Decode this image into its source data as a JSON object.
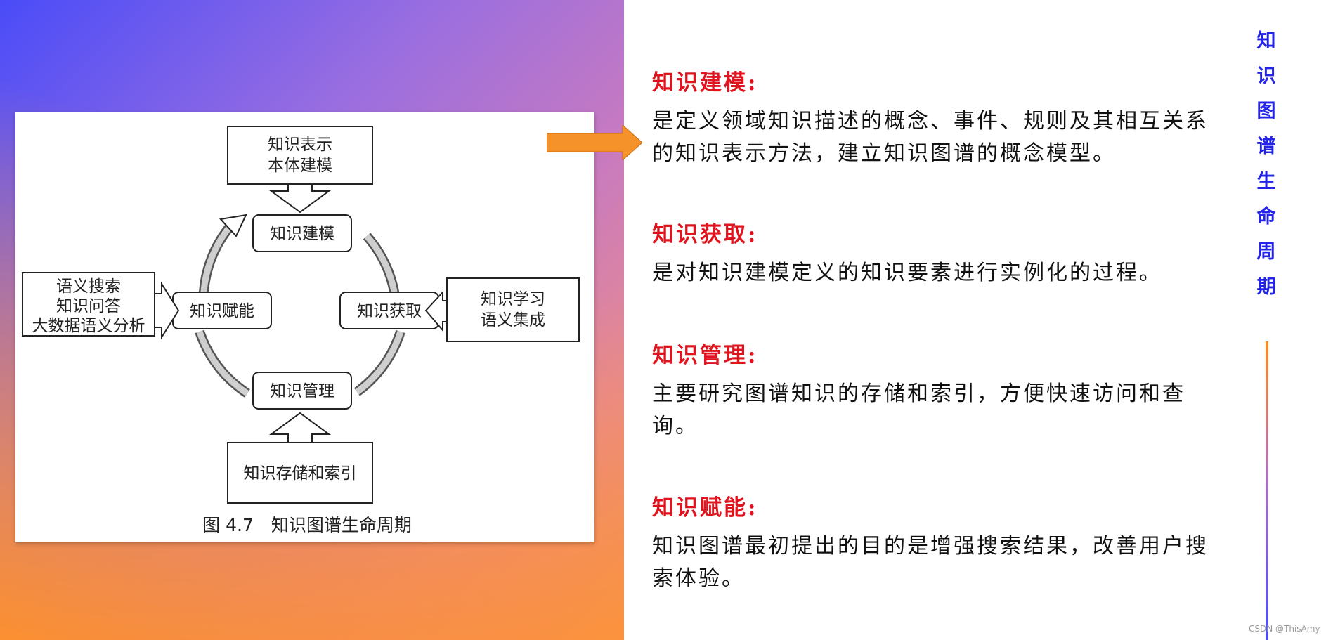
{
  "figure": {
    "nodes": {
      "top_input_line1": "知识表示",
      "top_input_line2": "本体建模",
      "modeling": "知识建模",
      "acquisition": "知识获取",
      "management": "知识管理",
      "enablement": "知识赋能",
      "left_input_line1": "语义搜索",
      "left_input_line2": "知识问答",
      "left_input_line3": "大数据语义分析",
      "right_input_line1": "知识学习",
      "right_input_line2": "语义集成",
      "bottom_input": "知识存储和索引"
    },
    "caption": "图 4.7　知识图谱生命周期"
  },
  "sections": [
    {
      "title": "知识建模:",
      "body": "是定义领域知识描述的概念、事件、规则及其相互关系的知识表示方法，建立知识图谱的概念模型。"
    },
    {
      "title": "知识获取:",
      "body": "是对知识建模定义的知识要素进行实例化的过程。"
    },
    {
      "title": "知识管理:",
      "body": "主要研究图谱知识的存储和索引，方便快速访问和查询。"
    },
    {
      "title": "知识赋能:",
      "body": "知识图谱最初提出的目的是增强搜索结果，改善用户搜索体验。"
    }
  ],
  "side_title": [
    "知",
    "识",
    "图",
    "谱",
    "生",
    "命",
    "周",
    "期"
  ],
  "watermark": "CSDN @ThisAmy",
  "colors": {
    "title_red": "#e0141e",
    "side_blue": "#2324e8",
    "arrow_orange": "#f5932a"
  }
}
